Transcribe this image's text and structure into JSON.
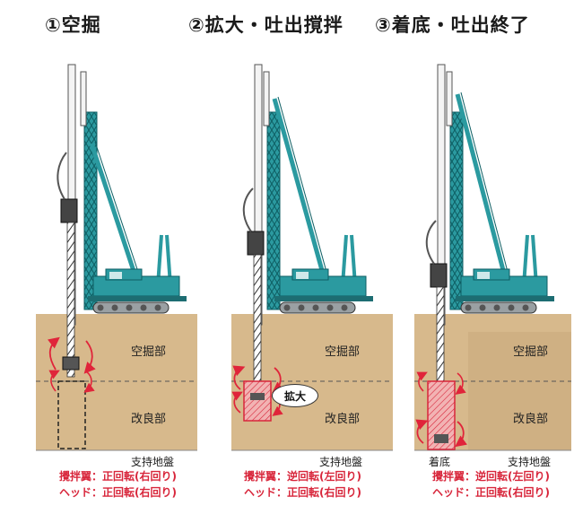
{
  "panels": [
    {
      "title": "①空掘",
      "upper_zone": "空掘部",
      "lower_zone": "改良部",
      "bearing_layer": "支持地盤",
      "wing_rotation": "攪拌翼：正回転(右回り)",
      "head_rotation": "ヘッド：正回転(右回り)"
    },
    {
      "title": "②拡大・吐出撹拌",
      "upper_zone": "空掘部",
      "lower_zone": "改良部",
      "bearing_layer": "支持地盤",
      "wing_rotation": "攪拌翼：逆回転(左回り)",
      "head_rotation": "ヘッド：正回転(右回り)",
      "callout": "拡大"
    },
    {
      "title": "③着底・吐出終了",
      "upper_zone": "空掘部",
      "lower_zone": "改良部",
      "bearing_layer": "支持地盤",
      "bottom_label": "着底",
      "wing_rotation": "攪拌翼：逆回転(左回り)",
      "head_rotation": "ヘッド：正回転(右回り)"
    }
  ],
  "colors": {
    "ground": "#d7b98c",
    "ground_dark": "#c2a06f",
    "machine_body": "#2b9aa0",
    "rotation_arrow": "#e0243a",
    "improved_zone": "#e8a0a0"
  }
}
